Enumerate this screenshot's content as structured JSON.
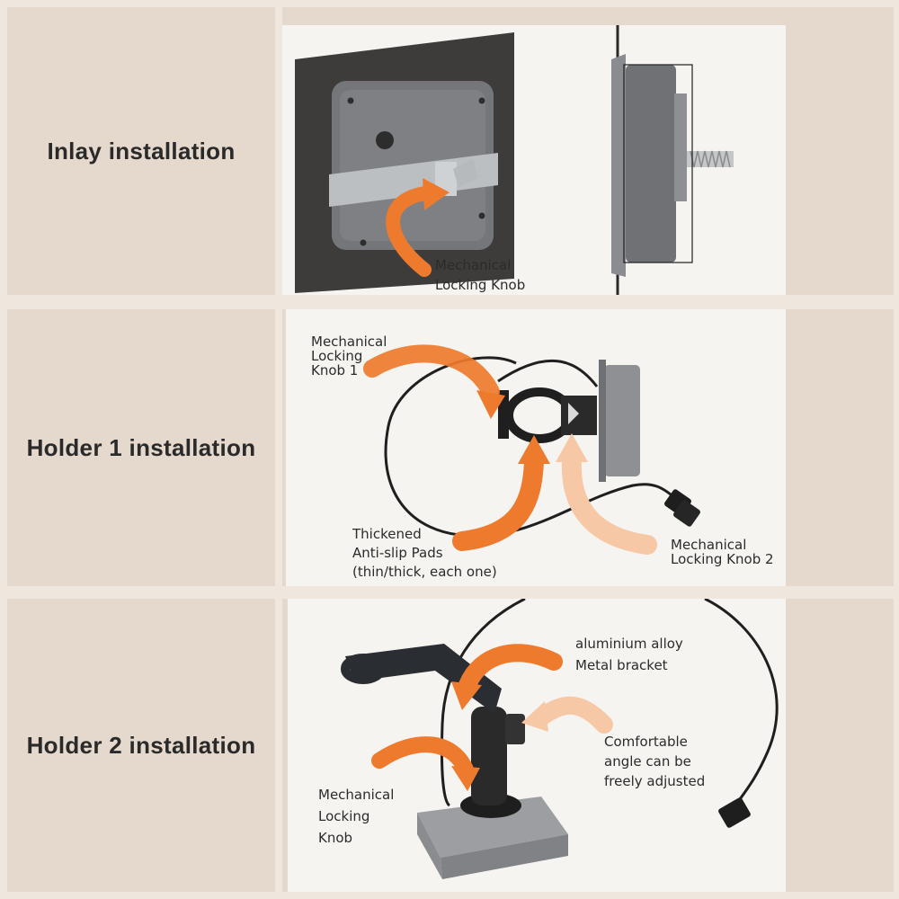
{
  "sections": [
    {
      "title": "Inlay installation",
      "callouts": [
        {
          "lines": [
            "Mechanical",
            "Locking Knob"
          ]
        }
      ]
    },
    {
      "title": "Holder 1 installation",
      "callouts": [
        {
          "lines": [
            "Mechanical",
            "Locking",
            "Knob 1"
          ]
        },
        {
          "lines": [
            "Thickened",
            "Anti-slip Pads",
            "(thin/thick, each one)"
          ]
        },
        {
          "lines": [
            "Mechanical",
            "Locking Knob 2"
          ]
        }
      ]
    },
    {
      "title": "Holder 2 installation",
      "callouts": [
        {
          "lines": [
            "aluminium alloy",
            "Metal bracket"
          ]
        },
        {
          "lines": [
            "Comfortable",
            "angle can be",
            "freely adjusted"
          ]
        },
        {
          "lines": [
            "Mechanical",
            "Locking",
            "Knob"
          ]
        }
      ]
    }
  ],
  "colors": {
    "arrow": "#ee7a2e",
    "arrow_light": "#f7c8a6",
    "panel": "#e5d8cc",
    "photo_bg": "#f6f4f1",
    "device": "#6c6e72"
  }
}
